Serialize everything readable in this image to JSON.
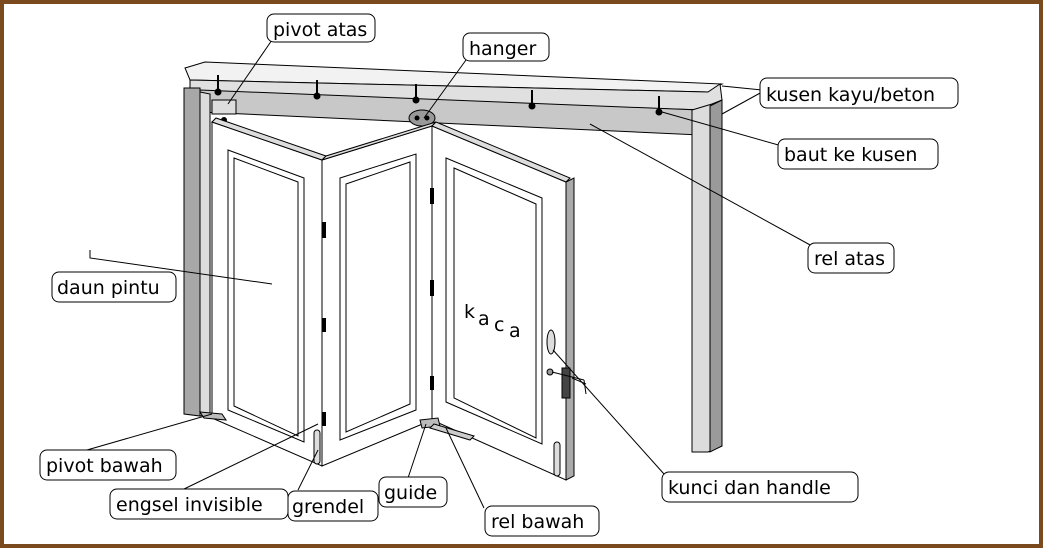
{
  "labels": {
    "pivot_atas": "pivot atas",
    "hanger": "hanger",
    "kusen": "kusen kayu/beton",
    "baut": "baut ke kusen",
    "rel_atas": "rel atas",
    "daun_pintu": "daun pintu",
    "kaca_k": "k",
    "kaca_a1": "a",
    "kaca_c": "c",
    "kaca_a2": "a",
    "pivot_bawah": "pivot bawah",
    "engsel": "engsel invisible",
    "grendel": "grendel",
    "guide": "guide",
    "rel_bawah": "rel bawah",
    "kunci": "kunci dan handle"
  },
  "colors": {
    "border": "#7a4a1e",
    "rail": "#c8c8c8",
    "frame_light": "#e6e6e6",
    "frame_dark": "#a8a8a8"
  }
}
